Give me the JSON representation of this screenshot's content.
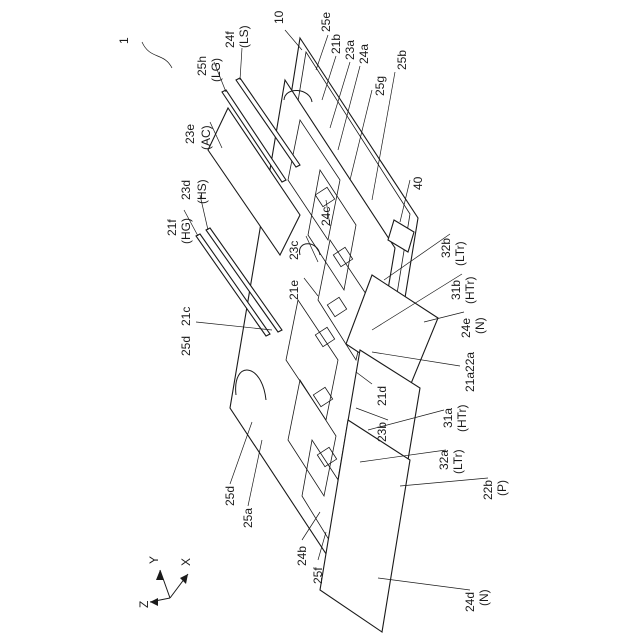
{
  "figure": {
    "figure_id": "1",
    "labels": {
      "l10": "10",
      "l25e": "25e",
      "l21b": "21b",
      "l23a": "23a",
      "l24a": "24a",
      "l25g": "25g",
      "l25b": "25b",
      "l40": "40",
      "l24f": "24f",
      "lLS": "(LS)",
      "l25h": "25h",
      "lLG": "(LG)",
      "l23e": "23e",
      "lAC": "(AC)",
      "l21f": "21f",
      "lHG": "(HG)",
      "l23d": "23d",
      "lHS": "(HS)",
      "l24c": "24c",
      "l23c": "23c",
      "l21e": "21e",
      "l32b": "32b",
      "lLTr1": "(LTr)",
      "l31b": "31b",
      "lHTr1": "(HTr)",
      "l24e": "24e",
      "lN1": "(N)",
      "l21a22a": "21a22a",
      "l25d_top": "25d",
      "l21c": "21c",
      "l21d": "21d",
      "l23b": "23b",
      "l31a": "31a",
      "lHTr2": "(HTr)",
      "l32a": "32a",
      "lLTr2": "(LTr)",
      "l22b": "22b",
      "lP": "(P)",
      "l25d_bot": "25d",
      "l25a": "25a",
      "l24b": "24b",
      "l25f": "25f",
      "l24d": "24d",
      "lN2": "(N)"
    },
    "axes": {
      "x": "X",
      "y": "Y",
      "z": "Z"
    }
  }
}
